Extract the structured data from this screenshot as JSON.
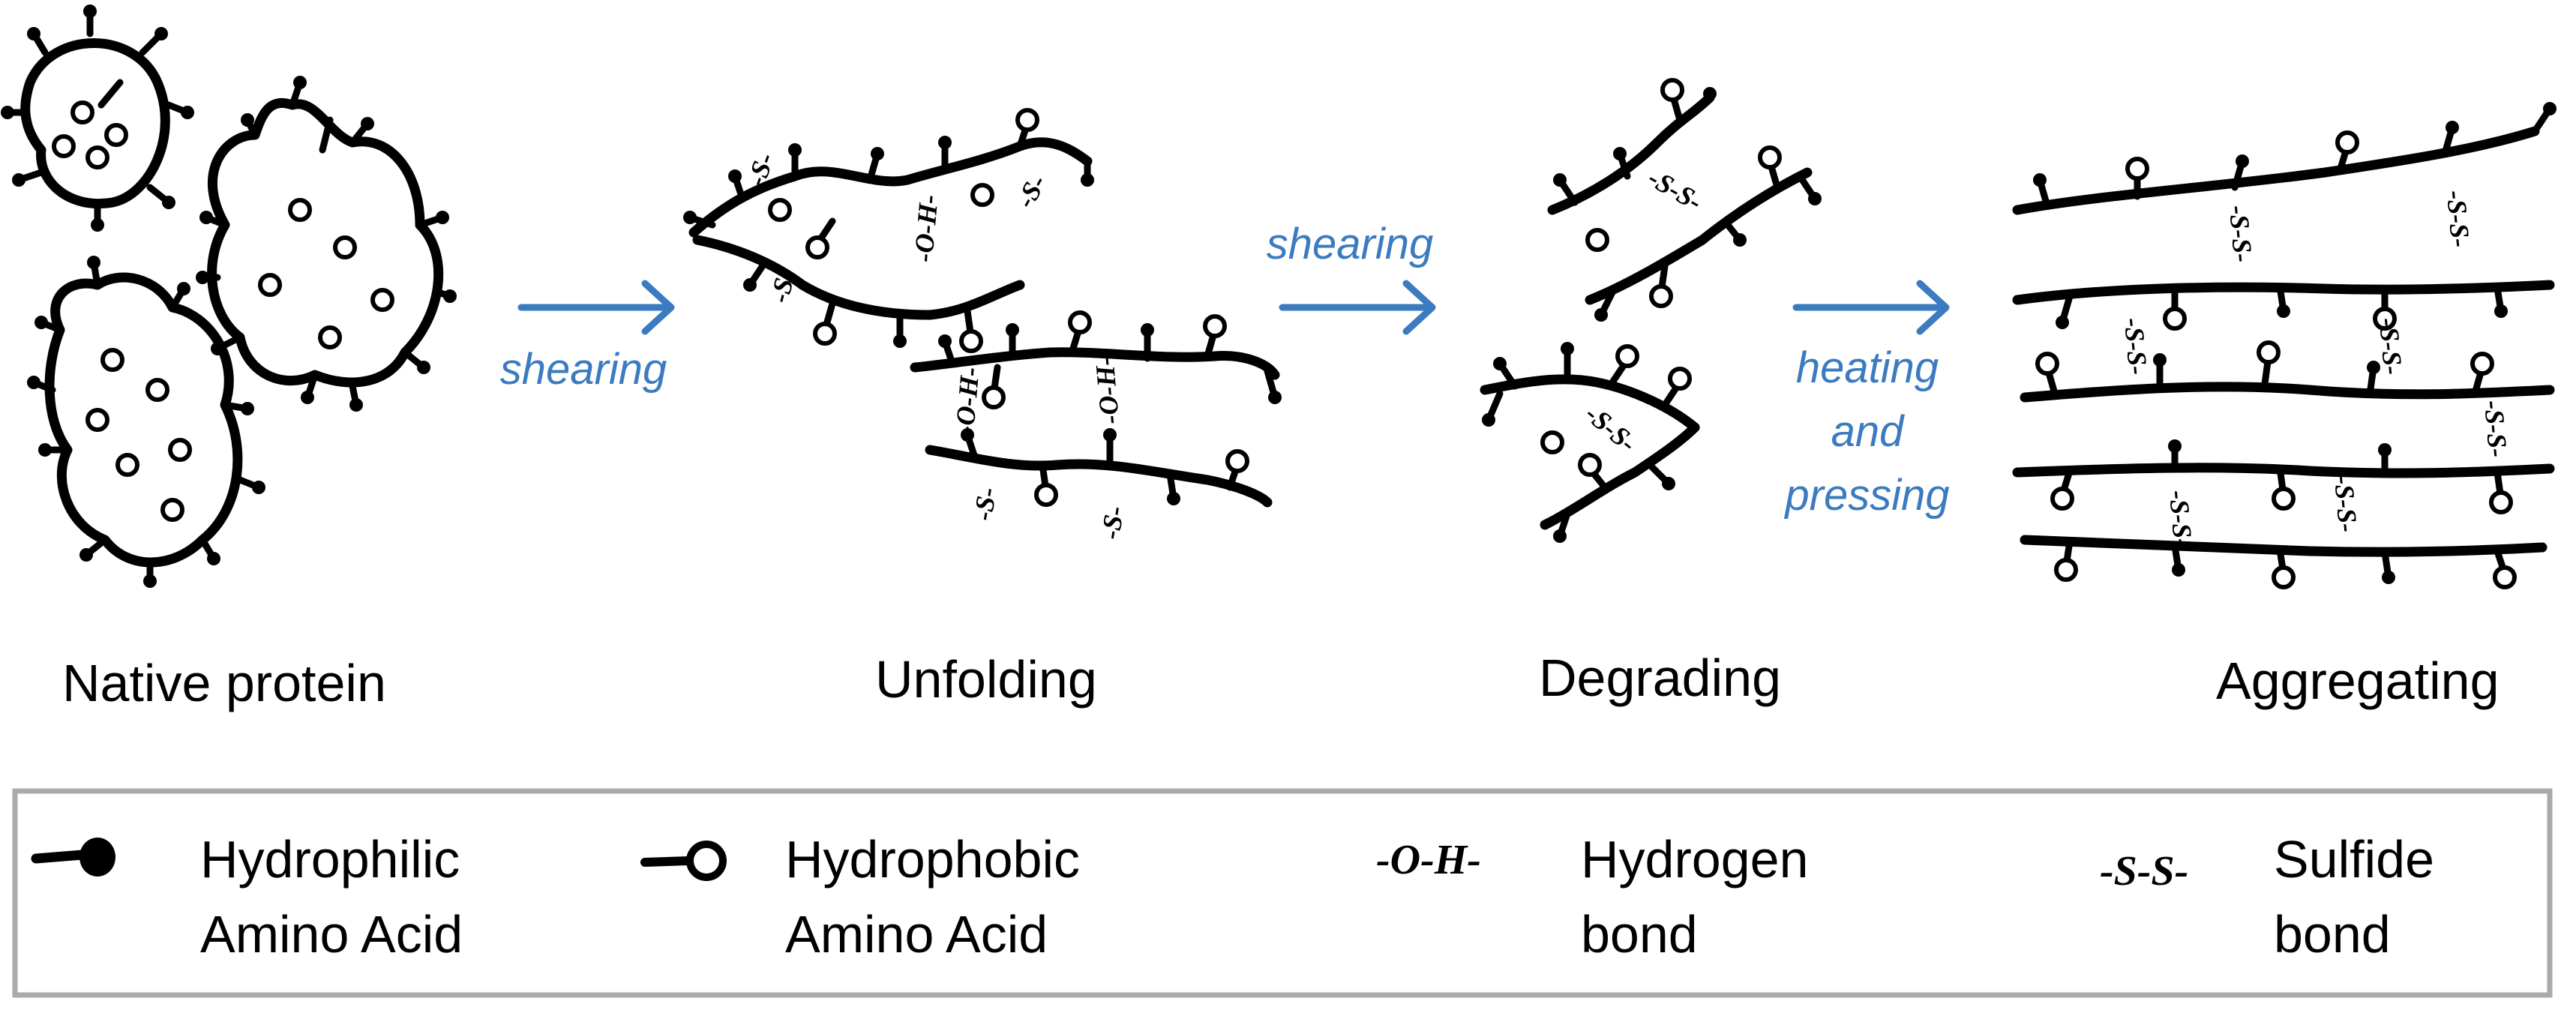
{
  "stages": [
    {
      "label": "Native protein"
    },
    {
      "label": "Unfolding"
    },
    {
      "label": "Degrading"
    },
    {
      "label": "Aggregating"
    }
  ],
  "arrows": [
    {
      "label_lines": [
        "shearing"
      ]
    },
    {
      "label_lines": [
        "shearing"
      ]
    },
    {
      "label_lines": [
        "heating",
        "and",
        "pressing"
      ]
    }
  ],
  "bond_marks": {
    "hydrogen": "-O-H-",
    "sulfide": "-S-S-",
    "single_s": "-S-"
  },
  "legend": {
    "items": [
      {
        "icon": "hydrophilic-amino-acid-icon",
        "lines": [
          "Hydrophilic",
          "Amino Acid"
        ]
      },
      {
        "icon": "hydrophobic-amino-acid-icon",
        "lines": [
          "Hydrophobic",
          "Amino Acid"
        ]
      },
      {
        "symbol": "-O-H-",
        "lines": [
          "Hydrogen",
          "bond"
        ]
      },
      {
        "symbol": "-S-S-",
        "lines": [
          "Sulfide",
          "bond"
        ]
      }
    ]
  },
  "colors": {
    "arrow": "#3b7bbf",
    "ink": "#000000",
    "legend_border": "#aaaaaa"
  }
}
